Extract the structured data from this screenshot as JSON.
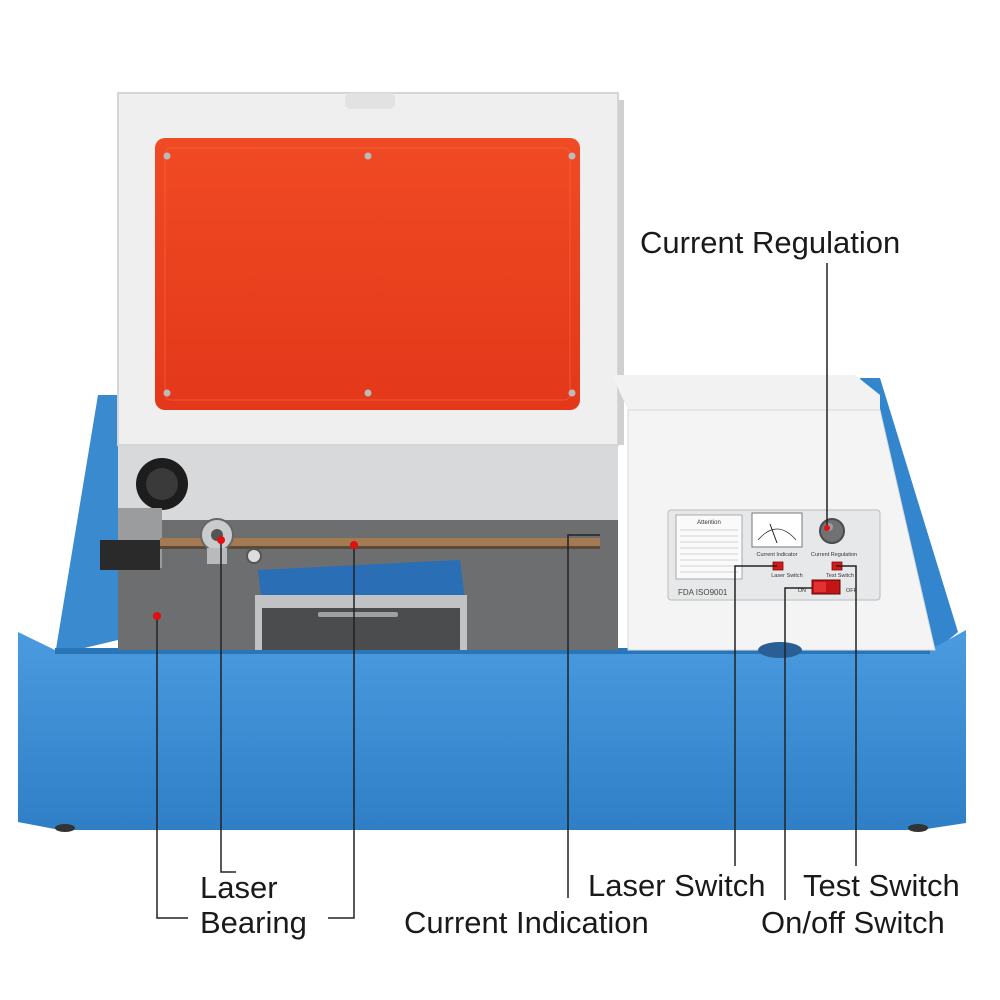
{
  "callouts": {
    "current_regulation": "Current Regulation",
    "laser": "Laser",
    "bearing": "Bearing",
    "current_indication": "Current Indication",
    "laser_switch": "Laser Switch",
    "test_switch": "Test Switch",
    "on_off_switch": "On/off Switch"
  },
  "panel": {
    "warning_title": "Attention",
    "meter_label": "Current Indicator",
    "knob_label": "Current Regulation",
    "laser_switch_label": "Laser Switch",
    "test_switch_label": "Test Switch",
    "cert_text": "FDA ISO9001",
    "on_label": "ON",
    "off_label": "OFF"
  },
  "colors": {
    "body_blue": "#3d8fd6",
    "lid_white": "#f1f1f1",
    "window_red": "#e8401f",
    "marker_red": "#e01010",
    "switch_red": "#d81818"
  }
}
